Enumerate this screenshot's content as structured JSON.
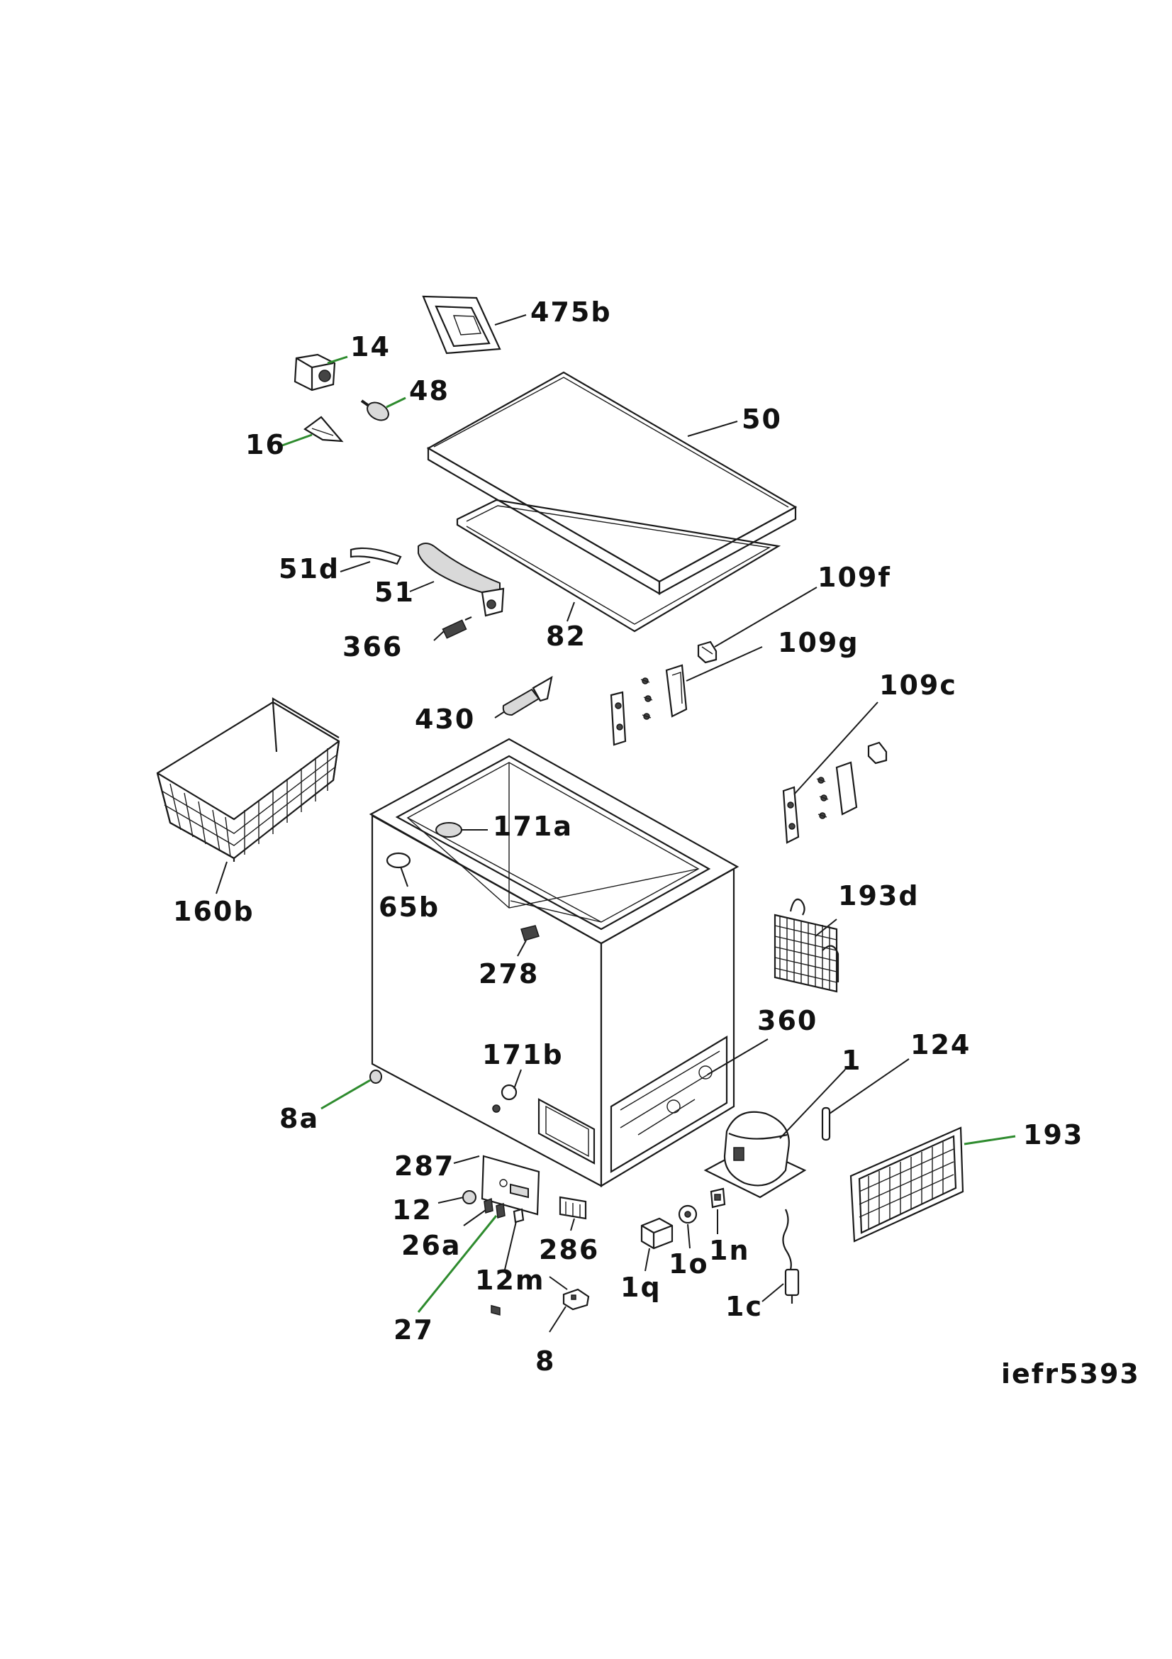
{
  "diagram_code": "iefr5393",
  "colors": {
    "line": "#1a1a1a",
    "leader_green": "#2e8b2e",
    "background": "#ffffff"
  },
  "parts": [
    {
      "id": "p475b",
      "label": "475b"
    },
    {
      "id": "p14",
      "label": "14"
    },
    {
      "id": "p48",
      "label": "48"
    },
    {
      "id": "p50",
      "label": "50"
    },
    {
      "id": "p16",
      "label": "16"
    },
    {
      "id": "p51d",
      "label": "51d"
    },
    {
      "id": "p51",
      "label": "51"
    },
    {
      "id": "p109f",
      "label": "109f"
    },
    {
      "id": "p82",
      "label": "82"
    },
    {
      "id": "p366",
      "label": "366"
    },
    {
      "id": "p109g",
      "label": "109g"
    },
    {
      "id": "p109c",
      "label": "109c"
    },
    {
      "id": "p430",
      "label": "430"
    },
    {
      "id": "p171a",
      "label": "171a"
    },
    {
      "id": "p160b",
      "label": "160b"
    },
    {
      "id": "p65b",
      "label": "65b"
    },
    {
      "id": "p193d",
      "label": "193d"
    },
    {
      "id": "p278",
      "label": "278"
    },
    {
      "id": "p360",
      "label": "360"
    },
    {
      "id": "p124",
      "label": "124"
    },
    {
      "id": "p171b",
      "label": "171b"
    },
    {
      "id": "p1",
      "label": "1"
    },
    {
      "id": "p8a",
      "label": "8a"
    },
    {
      "id": "p193",
      "label": "193"
    },
    {
      "id": "p287",
      "label": "287"
    },
    {
      "id": "p12",
      "label": "12"
    },
    {
      "id": "p26a",
      "label": "26a"
    },
    {
      "id": "p286",
      "label": "286"
    },
    {
      "id": "p1n",
      "label": "1n"
    },
    {
      "id": "p1o",
      "label": "1o"
    },
    {
      "id": "p1q",
      "label": "1q"
    },
    {
      "id": "p12m",
      "label": "12m"
    },
    {
      "id": "p1c",
      "label": "1c"
    },
    {
      "id": "p27",
      "label": "27"
    },
    {
      "id": "p8",
      "label": "8"
    }
  ]
}
